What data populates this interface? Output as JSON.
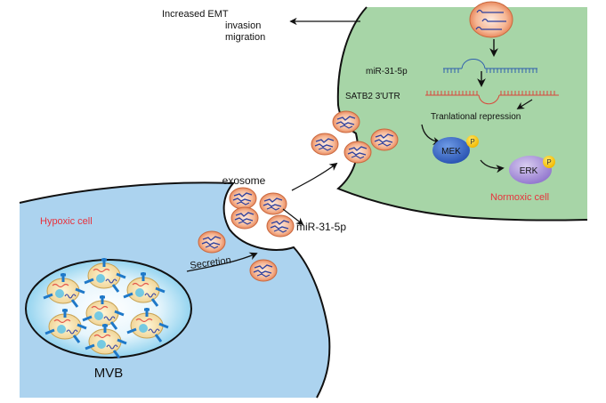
{
  "figure": {
    "title": "Hypoxic exosomal miR-31-5p signaling to normoxic cells",
    "colors": {
      "hypoxic_cell_fill": "#acd3ef",
      "normoxic_cell_fill": "#a7d5a7",
      "cell_label_red": "#e8323c",
      "exosome_fill": "#f0a47e",
      "exosome_rna": "#2b3f9e",
      "mir_strand": "#2f5fae",
      "utr_strand": "#d9483b",
      "mek_fill": "#3a68c4",
      "erk_fill": "#a88fd4",
      "phospho_fill": "#f6c500",
      "mvb_vesicle_fill": "#f3dca0"
    }
  },
  "labels": {
    "effects": [
      "Increased EMT",
      "invasion",
      "migration"
    ],
    "mir_label": "miR-31-5p",
    "utr_label": "SATB2 3'UTR",
    "repression": "Tranlational repression",
    "mek": "MEK",
    "erk": "ERK",
    "phospho": "P",
    "normoxic_cell": "Normoxic cell",
    "hypoxic_cell": "Hypoxic cell",
    "exosome": "exosome",
    "exosome_cargo": "miR-31-5p",
    "secretion": "Secretion",
    "mvb": "MVB"
  }
}
